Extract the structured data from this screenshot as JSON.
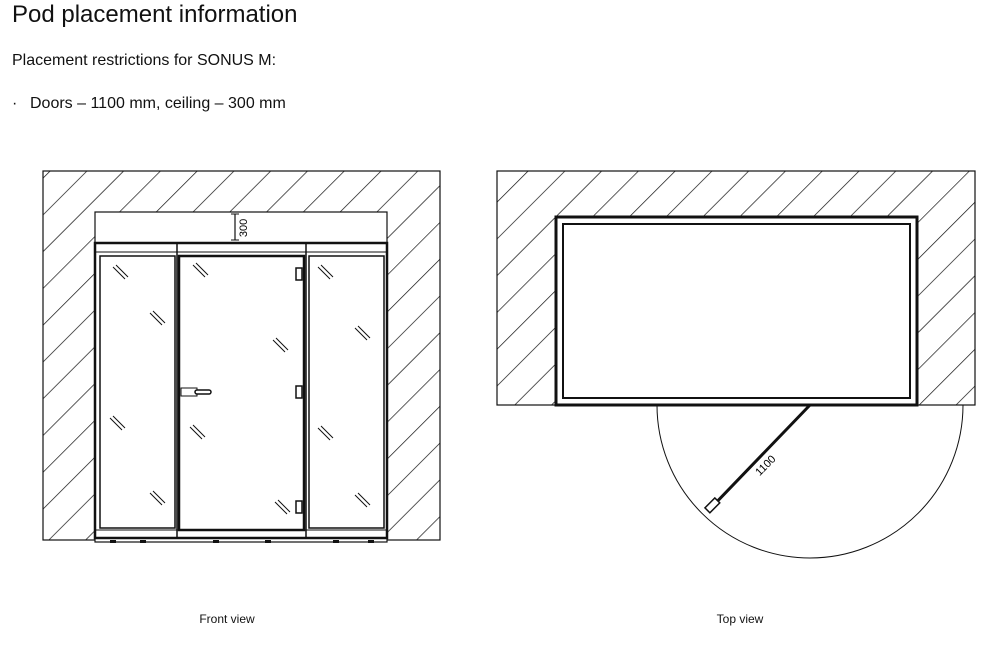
{
  "title": "Pod placement information",
  "subtitle": "Placement restrictions for SONUS M:",
  "bullets": [
    "Doors – 1100 mm, ceiling – 300 mm"
  ],
  "figures": {
    "front": {
      "caption": "Front view",
      "ceiling_dim": "300"
    },
    "top": {
      "caption": "Top view",
      "door_dim": "1100"
    }
  }
}
